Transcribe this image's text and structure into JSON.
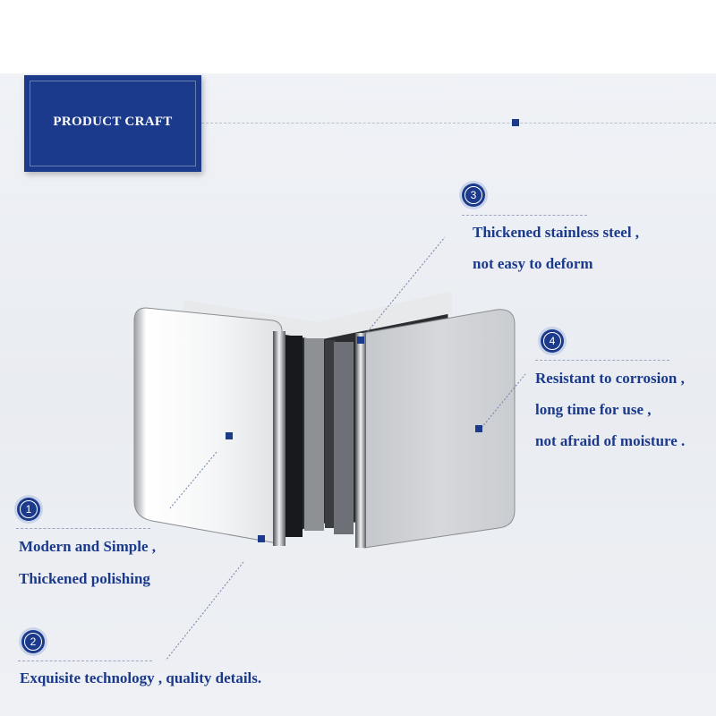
{
  "header": {
    "title": "PRODUCT CRAFT"
  },
  "features": [
    {
      "number": "1",
      "lines": [
        "Modern and Simple ,",
        "Thickened polishing"
      ]
    },
    {
      "number": "2",
      "lines": [
        "Exquisite technology , quality details."
      ]
    },
    {
      "number": "3",
      "lines": [
        "Thickened stainless steel ,",
        "not easy to deform"
      ]
    },
    {
      "number": "4",
      "lines": [
        "Resistant to corrosion ,",
        "long time for use ,",
        "not afraid of moisture ."
      ]
    }
  ],
  "colors": {
    "accent": "#1b3a8c",
    "background": "#eceef2"
  },
  "image": {
    "subject": "glass-clamp-image"
  }
}
